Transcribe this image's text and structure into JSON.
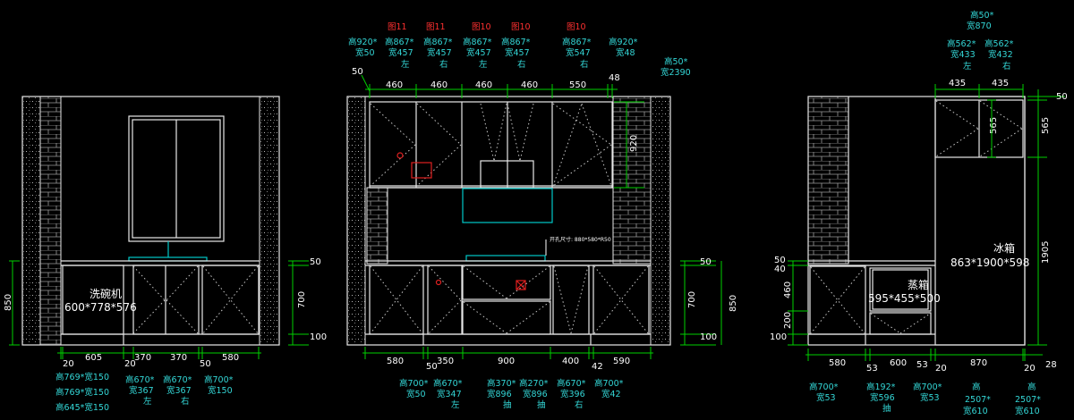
{
  "elevation_1": {
    "dishwasher_label": "洗碗机",
    "dishwasher_size": "600*778*576",
    "right_dims": [
      "50",
      "700",
      "100"
    ],
    "left_dim": "850",
    "bottom_dims": [
      "20",
      "605",
      "20",
      "370",
      "370",
      "50",
      "580"
    ],
    "notes": [
      {
        "l1": "高769*宽150",
        "l2": "高769*宽150",
        "l3": "高645*宽150"
      },
      {
        "l1": "高670*",
        "l2": "宽367",
        "l3": "左"
      },
      {
        "l1": "高670*",
        "l2": "宽367",
        "l3": "右"
      },
      {
        "l1": "高700*",
        "l2": "宽150",
        "l3": ""
      }
    ]
  },
  "elevation_2": {
    "top_refs": [
      "图11",
      "图11",
      "图10",
      "图10",
      "图10"
    ],
    "top_notes": [
      {
        "l1": "高920*",
        "l2": "宽50",
        "l3": ""
      },
      {
        "l1": "高867*",
        "l2": "宽457",
        "l3": "左"
      },
      {
        "l1": "高867*",
        "l2": "宽457",
        "l3": "右"
      },
      {
        "l1": "高867*",
        "l2": "宽457",
        "l3": "左"
      },
      {
        "l1": "高867*",
        "l2": "宽457",
        "l3": "右"
      },
      {
        "l1": "高867*",
        "l2": "宽547",
        "l3": "右"
      },
      {
        "l1": "高920*",
        "l2": "宽48",
        "l3": ""
      },
      {
        "l1": "高50*",
        "l2": "宽2390",
        "l3": ""
      }
    ],
    "top_dims": [
      "50",
      "460",
      "460",
      "460",
      "460",
      "550",
      "48"
    ],
    "upper_height": "920",
    "hood_note": "开孔尺寸: 880*580*R50",
    "right_dims": [
      "50",
      "700",
      "100"
    ],
    "right_outer": "850",
    "bottom_dims": [
      "580",
      "50",
      "350",
      "900",
      "400",
      "42",
      "590"
    ],
    "bottom_notes": [
      {
        "l1": "高700*",
        "l2": "宽50",
        "l3": ""
      },
      {
        "l1": "高670*",
        "l2": "宽347",
        "l3": "左"
      },
      {
        "l1": "高370*",
        "l2": "宽896",
        "l3": "抽"
      },
      {
        "l1": "高270*",
        "l2": "宽896",
        "l3": "抽"
      },
      {
        "l1": "高670*",
        "l2": "宽396",
        "l3": "右"
      },
      {
        "l1": "高700*",
        "l2": "宽42",
        "l3": ""
      }
    ]
  },
  "elevation_3": {
    "top_notes": [
      {
        "l1": "高50*",
        "l2": "宽870",
        "l3": ""
      },
      {
        "l1": "高562*",
        "l2": "宽433",
        "l3": "左"
      },
      {
        "l1": "高562*",
        "l2": "宽432",
        "l3": "右"
      }
    ],
    "top_dims": [
      "435",
      "435"
    ],
    "right_top": "50",
    "inner_height": "565",
    "right_565": "565",
    "right_1905": "1905",
    "fridge_label": "冰箱",
    "fridge_size": "863*1900*598",
    "steamer_label": "蒸箱",
    "steamer_size": "595*455*500",
    "left_dims": [
      "50",
      "40",
      "460",
      "200",
      "100"
    ],
    "bottom_dims": [
      "580",
      "53",
      "600",
      "53",
      "20",
      "870",
      "20",
      "28"
    ],
    "bottom_notes": [
      {
        "l1": "高700*",
        "l2": "宽53",
        "l3": ""
      },
      {
        "l1": "高192*",
        "l2": "宽596",
        "l3": "抽"
      },
      {
        "l1": "高700*",
        "l2": "宽53",
        "l3": ""
      },
      {
        "l1": "高",
        "l2": "2507*",
        "l3": "宽610"
      },
      {
        "l1": "高",
        "l2": "2507*",
        "l3": "宽610"
      }
    ]
  }
}
